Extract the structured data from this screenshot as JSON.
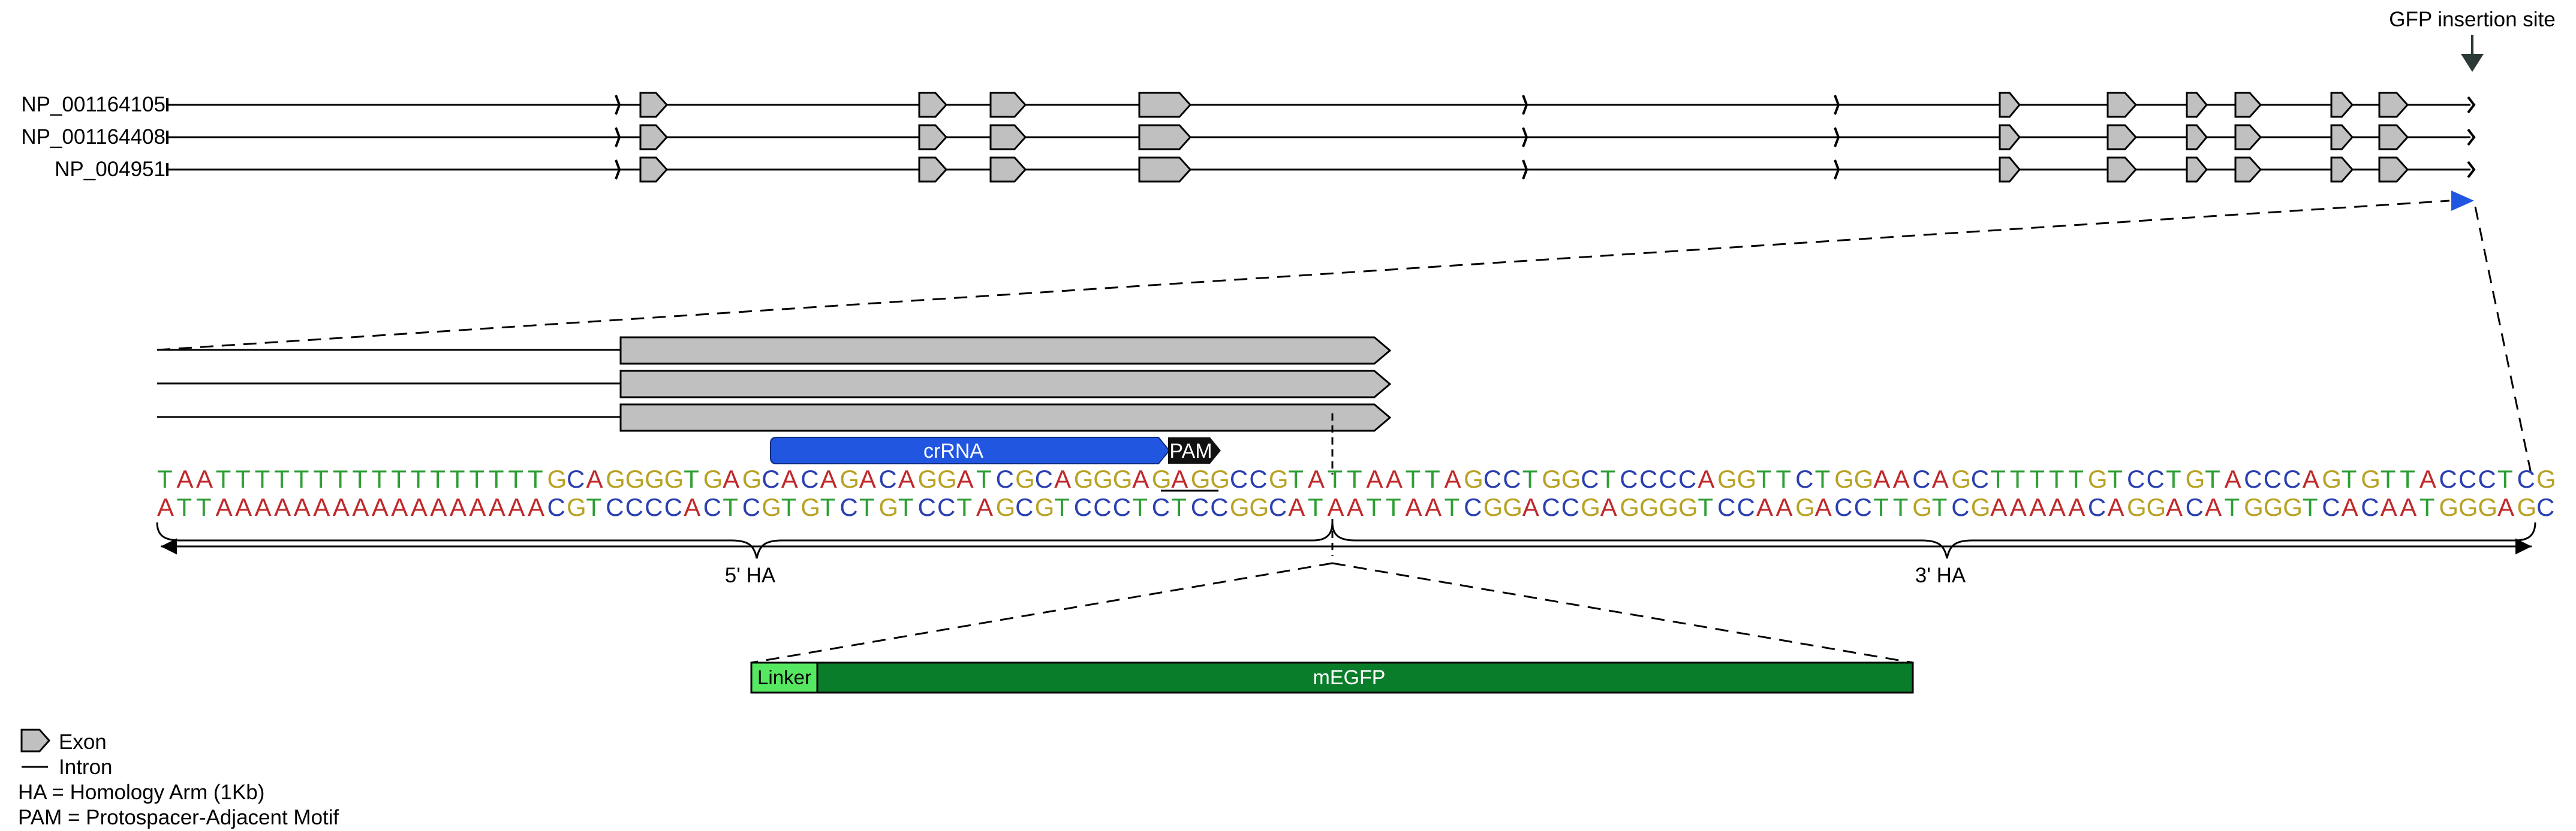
{
  "transcripts": [
    "NP_001164105",
    "NP_001164408",
    "NP_004951"
  ],
  "insertion_label": "GFP insertion site",
  "sequence": {
    "top": "TAATTTTTTTTTTTTTTTTTGCAGGGGTGAGCACAGACAGGATCGCAGGGAGAGGCCGTATTAATTAGCCTGGCTCCCCAGGTTCTGGAACAGCTTTTTGTCCTGTACCCAGTGTTACCCTCG",
    "bottom": "ATTAAAAAAAAAAAAAAAAACGTCCCCACTCGTGTCTGTCCTAGCGTCCCTCTCCGGCATAATTAATCGGACCGAGGGGTCCAAGACCTTGTCGAAAAACAGGACATGGGTCACAATGGGAGC"
  },
  "base_colors": {
    "A": "#c0282a",
    "T": "#2e9e35",
    "G": "#b8a224",
    "C": "#2a3fb0"
  },
  "features": {
    "crRNA": "crRNA",
    "pam": "PAM",
    "linker": "Linker",
    "gfp": "mEGFP"
  },
  "arms": {
    "left": "5' HA",
    "right": "3' HA"
  },
  "colors": {
    "exon": "#c0c0c0",
    "crRNA": "#2156e0",
    "pam": "#111111",
    "linker": "#55e860",
    "gfp": "#0a7d2a",
    "insertion_marker": "#2156e0"
  },
  "legend": {
    "exon": "Exon",
    "intron": "Intron",
    "ha": "HA = Homology Arm (1Kb)",
    "pam": "PAM = Protospacer-Adjacent Motif"
  }
}
